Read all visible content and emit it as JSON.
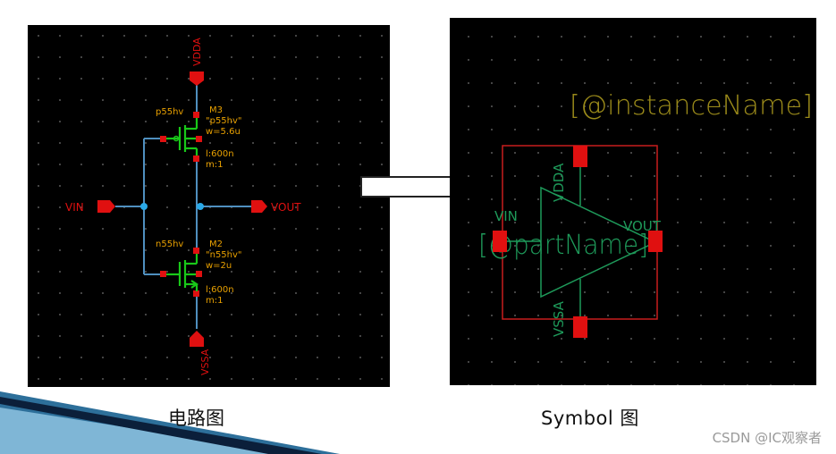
{
  "schematic": {
    "vdda": "VDDA",
    "vssa": "VSSA",
    "vin": "VIN",
    "vout": "VOUT",
    "pmos": {
      "model": "p55hv",
      "inst": "M3",
      "model_q": "\"p55hv\"",
      "w": "w=5.6u",
      "l": "l:600n",
      "m": "m:1"
    },
    "nmos": {
      "model": "n55hv",
      "inst": "M2",
      "model_q": "\"n55hv\"",
      "w": "w=2u",
      "l": "l:600n",
      "m": "m:1"
    }
  },
  "symbol": {
    "instance_name": "[@instanceName]",
    "part_name": "[@partName]",
    "vdda": "VDDA",
    "vssa": "VSSA",
    "vin": "VIN",
    "vout": "VOUT"
  },
  "captions": {
    "left": "电路图",
    "right": "Symbol  图"
  },
  "watermark": "CSDN @IC观察者",
  "colors": {
    "wire": "#4f8fbf",
    "pin": "#e01010",
    "label": "#e8a000",
    "net_label": "#e01010",
    "device": "#19c819",
    "symbol_text": "#9a8a1a",
    "symbol_box": "#c81e1e",
    "symbol_body": "#1e9a5a"
  }
}
